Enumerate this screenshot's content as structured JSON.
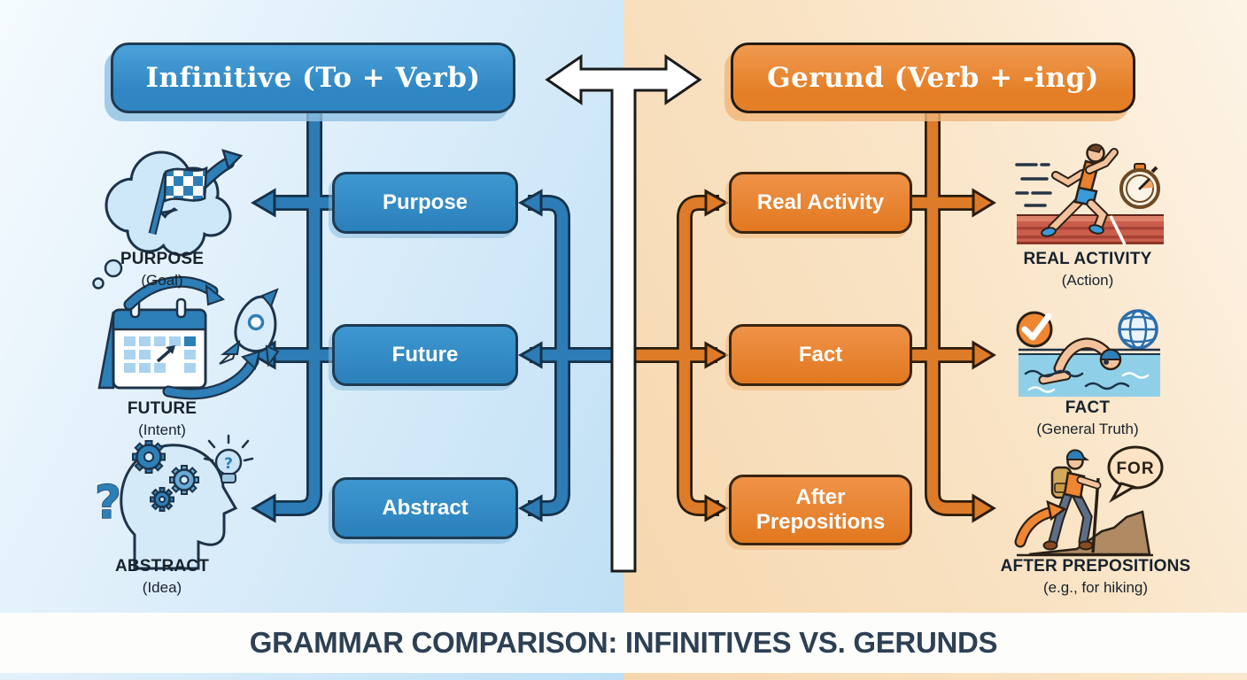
{
  "title": "GRAMMAR COMPARISON: INFINITIVES VS. GERUNDS",
  "left": {
    "header": "Infinitive (To + Verb)",
    "accent": "#2f86c2",
    "boxes": [
      "Purpose",
      "Future",
      "Abstract"
    ],
    "items": [
      {
        "icon": "thought-cloud-flag-icon",
        "label": "PURPOSE",
        "sublabel": "(Goal)"
      },
      {
        "icon": "calendar-rocket-icon",
        "label": "FUTURE",
        "sublabel": "(Intent)"
      },
      {
        "icon": "head-gears-idea-icon",
        "label": "ABSTRACT",
        "sublabel": "(Idea)",
        "question_mark": "?"
      }
    ]
  },
  "right": {
    "header": "Gerund (Verb + -ing)",
    "accent": "#e57f27",
    "boxes": [
      "Real Activity",
      "Fact",
      "After Prepositions"
    ],
    "items": [
      {
        "icon": "runner-stopwatch-icon",
        "label": "REAL ACTIVITY",
        "sublabel": "(Action)"
      },
      {
        "icon": "swimmer-globe-icon",
        "label": "FACT",
        "sublabel": "(General Truth)"
      },
      {
        "icon": "hiker-speech-icon",
        "label": "AFTER PREPOSITIONS",
        "sublabel": "(e.g., for hiking)",
        "speech_bubble": "FOR"
      }
    ]
  }
}
